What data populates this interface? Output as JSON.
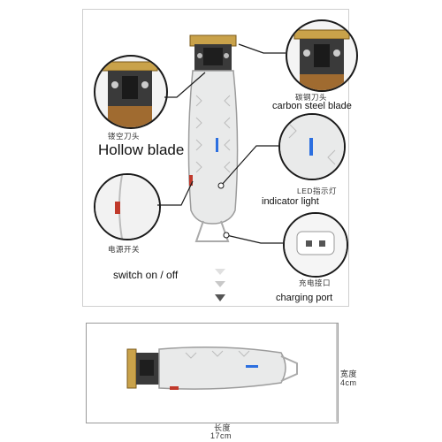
{
  "labels": {
    "hollow_blade_cn": "镂空刀头",
    "hollow_blade_en": "Hollow blade",
    "carbon_blade_cn": "碳钢刀头",
    "carbon_blade_en": "carbon steel blade",
    "led_cn": "LED指示灯",
    "indicator_en": "indicator light",
    "power_switch_cn": "电源开关",
    "switch_en": "switch  on / off",
    "charging_cn": "充电接口",
    "charging_en": "charging port",
    "length_cn": "长度",
    "length_value": "17cm",
    "width_cn": "宽度",
    "width_value": "4cm"
  },
  "icons": [
    "hollow-blade-detail-icon",
    "carbon-blade-detail-icon",
    "power-switch-detail-icon",
    "charging-port-detail-icon",
    "trimmer-icon",
    "arrow-down-icon"
  ],
  "colors": {
    "accent_gold": "#c9a24a",
    "indicator_blue": "#2c6fe0",
    "body_white": "#e9eaea",
    "outline": "#1a1a1a"
  }
}
